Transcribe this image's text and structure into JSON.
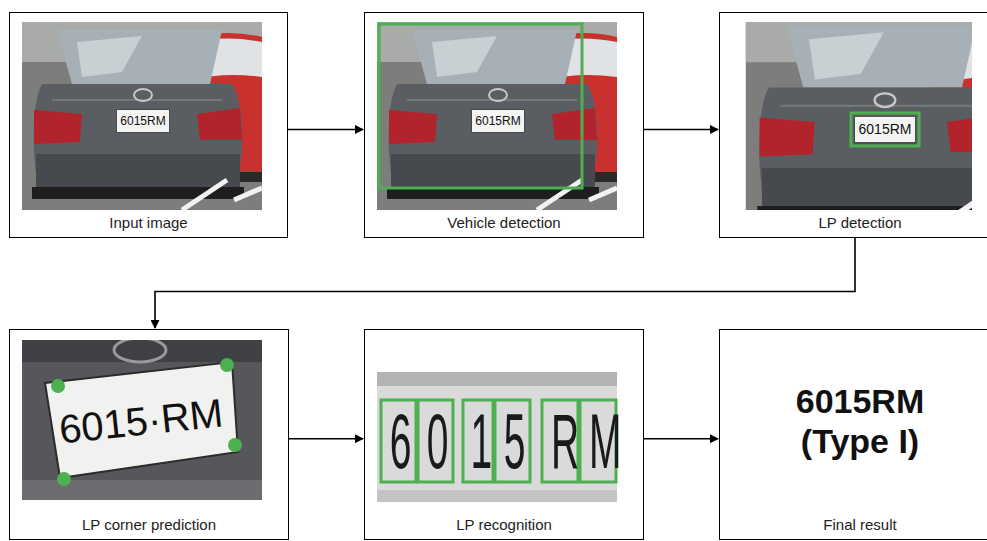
{
  "diagram": {
    "nodes": [
      {
        "text": [
          "Input image"
        ]
      },
      {
        "text": [
          "Vehicle detection"
        ]
      },
      {
        "text": [
          "LP detection"
        ]
      },
      {
        "text": [
          "LP corner prediction"
        ]
      },
      {
        "text": [
          "LP recognition"
        ]
      },
      {
        "text": [
          "6015RM (Type I)",
          "Final result"
        ]
      }
    ],
    "edges": [
      {
        "from": 0,
        "to": 1,
        "arrow": "to"
      },
      {
        "from": 1,
        "to": 2,
        "arrow": "to"
      },
      {
        "from": 2,
        "to": 3,
        "arrow": "to"
      },
      {
        "from": 3,
        "to": 4,
        "arrow": "to"
      },
      {
        "from": 4,
        "to": 5,
        "arrow": "to"
      }
    ],
    "labels": [
      "6015RM",
      "6015RM",
      "6015RM",
      "6015·RM",
      "6",
      "0",
      "1",
      "5",
      "R",
      "M"
    ]
  }
}
